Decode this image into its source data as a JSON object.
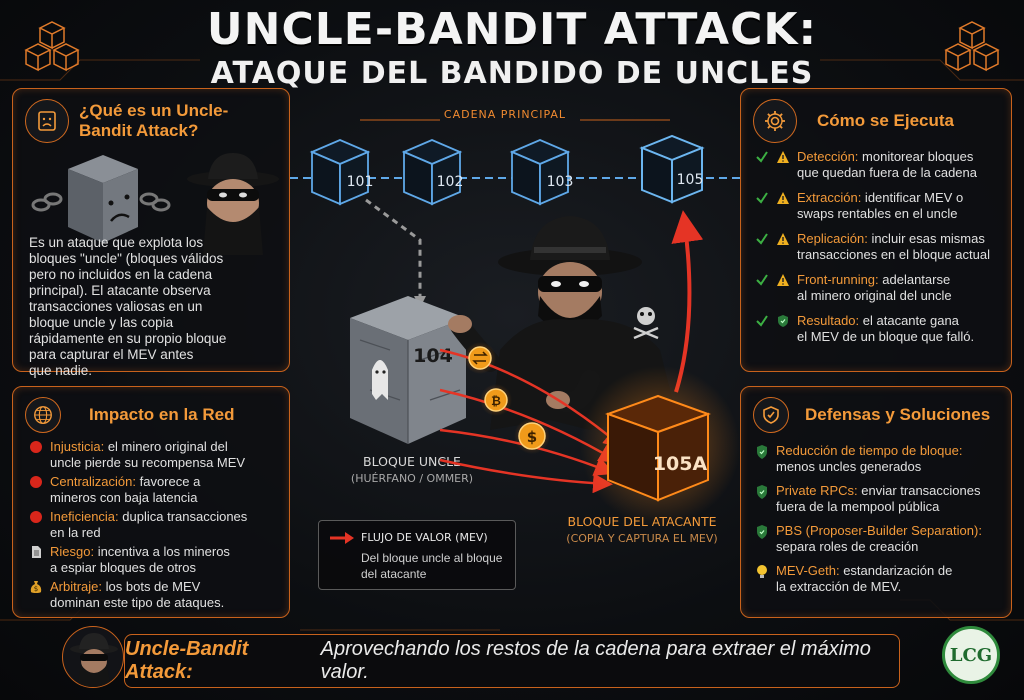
{
  "title": {
    "line1": "UNCLE-BANDIT ATTACK:",
    "line2": "ATAQUE DEL BANDIDO DE UNCLES"
  },
  "what_is": {
    "heading": "¿Qué es un Uncle-Bandit Attack?",
    "lines": [
      "Es un ataque que explota los",
      "bloques \"uncle\" (bloques válidos",
      "pero no incluidos en la cadena",
      "principal). El atacante observa",
      "transacciones valiosas en un",
      "bloque uncle y las copia",
      "rápidamente en su propio bloque",
      "para capturar el MEV antes",
      "que nadie."
    ]
  },
  "impact": {
    "heading": "Impacto en la Red",
    "items": [
      {
        "term": "Injusticia:",
        "text": " el minero original del",
        "text2": "uncle pierde su recompensa MEV",
        "icon": "red-dot"
      },
      {
        "term": "Centralización:",
        "text": " favorece a",
        "text2": "mineros con baja latencia",
        "icon": "red-dot"
      },
      {
        "term": "Ineficiencia:",
        "text": " duplica transacciones",
        "text2": "en la red",
        "icon": "red-dot"
      },
      {
        "term": "Riesgo:",
        "text": " incentiva a los mineros",
        "text2": "a espiar bloques de otros",
        "icon": "document"
      },
      {
        "term": "Arbitraje:",
        "text": " los bots de MEV",
        "text2": "dominan este tipo de ataques.",
        "icon": "money-bag"
      }
    ]
  },
  "execution": {
    "heading": "Cómo se Ejecuta",
    "items": [
      {
        "term": "Detección:",
        "text": " monitorear bloques",
        "text2": "que quedan fuera de la cadena",
        "icon": "warning"
      },
      {
        "term": "Extracción:",
        "text": " identificar MEV o",
        "text2": "swaps rentables en el uncle",
        "icon": "warning"
      },
      {
        "term": "Replicación:",
        "text": " incluir esas mismas",
        "text2": "transacciones en el bloque actual",
        "icon": "warning"
      },
      {
        "term": "Front-running:",
        "text": " adelantarse",
        "text2": "al minero original del uncle",
        "icon": "warning"
      },
      {
        "term": "Resultado:",
        "text": " el atacante gana",
        "text2": "el MEV de un bloque que falló.",
        "icon": "shield"
      }
    ]
  },
  "defenses": {
    "heading": "Defensas y Soluciones",
    "items": [
      {
        "term": "Reducción de tiempo de bloque:",
        "text": "",
        "text2": "menos uncles generados",
        "icon": "shield"
      },
      {
        "term": "Private RPCs:",
        "text": " enviar transacciones",
        "text2": "fuera de la mempool pública",
        "icon": "shield"
      },
      {
        "term": "PBS (Proposer-Builder Separation):",
        "text": "",
        "text2": "separa roles de creación",
        "icon": "shield"
      },
      {
        "term": "MEV-Geth:",
        "text": " estandarización de",
        "text2": "la extracción de MEV.",
        "icon": "lightbulb"
      }
    ]
  },
  "chain": {
    "label": "CADENA PRINCIPAL",
    "blocks": [
      "101",
      "102",
      "103",
      "105"
    ]
  },
  "uncle_block": {
    "number": "104",
    "title": "BLOQUE UNCLE",
    "subtitle": "(HUÉRFANO / OMMER)"
  },
  "attacker_block": {
    "number": "105A",
    "title": "BLOQUE DEL ATACANTE",
    "subtitle": "(COPIA Y CAPTURA EL MEV)"
  },
  "legend": {
    "title": "FLUJO DE VALOR (MEV)",
    "line1": "Del bloque uncle al bloque",
    "line2": "del atacante"
  },
  "footer": {
    "term": "Uncle-Bandit Attack:",
    "text": "Aprovechando los restos de la cadena para extraer el máximo valor."
  },
  "logo": {
    "text": "LCG"
  },
  "colors": {
    "accent": "#f39a3a",
    "border": "#c8621c",
    "chain_blue": "#5fa8e8",
    "arrow_red": "#e53425",
    "check_green": "#3cb043"
  }
}
